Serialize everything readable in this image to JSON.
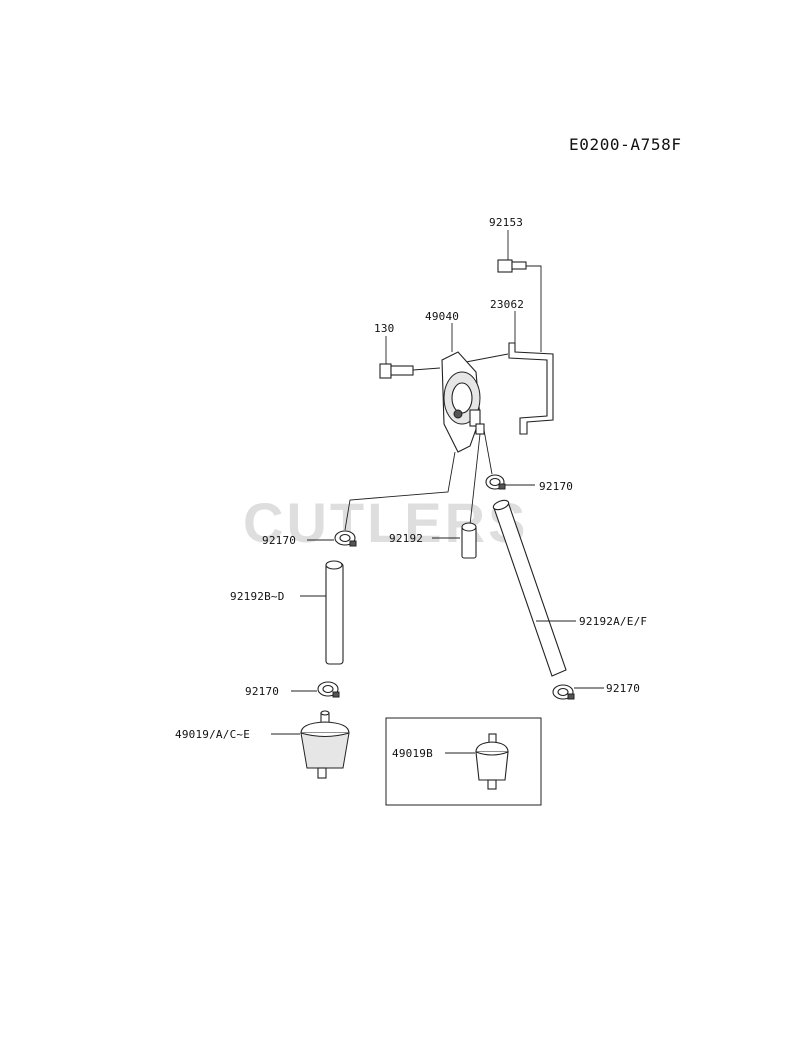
{
  "diagram_code": "E0200-A758F",
  "watermark": "CUTLERS",
  "parts": {
    "bolt_top": "92153",
    "bracket": "23062",
    "bolt_left": "130",
    "fuel_pump": "49040",
    "clamp_upper_right": "92170",
    "hose_short": "92192",
    "clamp_upper_left": "92170",
    "hose_left": "92192B~D",
    "hose_right": "92192A/E/F",
    "clamp_lower_left": "92170",
    "clamp_lower_right": "92170",
    "filter_main": "49019/A/C~E",
    "filter_alt": "49019B"
  }
}
